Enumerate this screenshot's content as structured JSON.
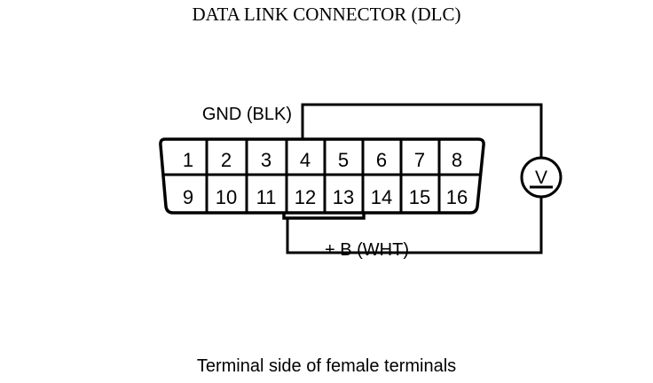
{
  "diagram": {
    "title": "DATA LINK CONNECTOR (DLC)",
    "caption": "Terminal side of female terminals",
    "connector": {
      "name": "data-link-connector",
      "pin_count": 16,
      "top_row": [
        "1",
        "2",
        "3",
        "4",
        "5",
        "6",
        "7",
        "8"
      ],
      "bottom_row": [
        "9",
        "10",
        "11",
        "12",
        "13",
        "14",
        "15",
        "16"
      ]
    },
    "labels": {
      "ground": "GND (BLK)",
      "battery_positive": "+ B (WHT)"
    },
    "meter": {
      "name": "voltmeter",
      "symbol": "V",
      "type": "dc-voltmeter"
    },
    "colors": {
      "line": "#000000",
      "background": "#ffffff",
      "text": "#000000"
    }
  }
}
